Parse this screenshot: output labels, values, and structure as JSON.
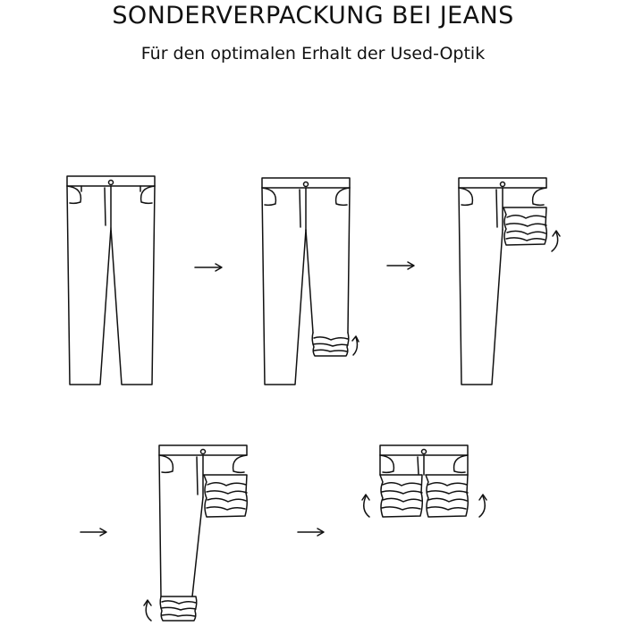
{
  "header": {
    "title": "SONDERVERPACKUNG BEI JEANS",
    "subtitle": "Für den optimalen Erhalt der Used-Optik"
  },
  "colors": {
    "ink": "#111111",
    "background": "#ffffff"
  },
  "steps": [
    {
      "figure": "jeans-flat"
    },
    {
      "figure": "jeans-one-leg-hem-rolled"
    },
    {
      "figure": "jeans-one-leg-rolled-to-top"
    },
    {
      "figure": "jeans-other-leg-hem-rolled"
    },
    {
      "figure": "jeans-both-legs-rolled"
    }
  ],
  "icons": [
    "arrow-right-icon",
    "roll-up-arrow-icon"
  ]
}
